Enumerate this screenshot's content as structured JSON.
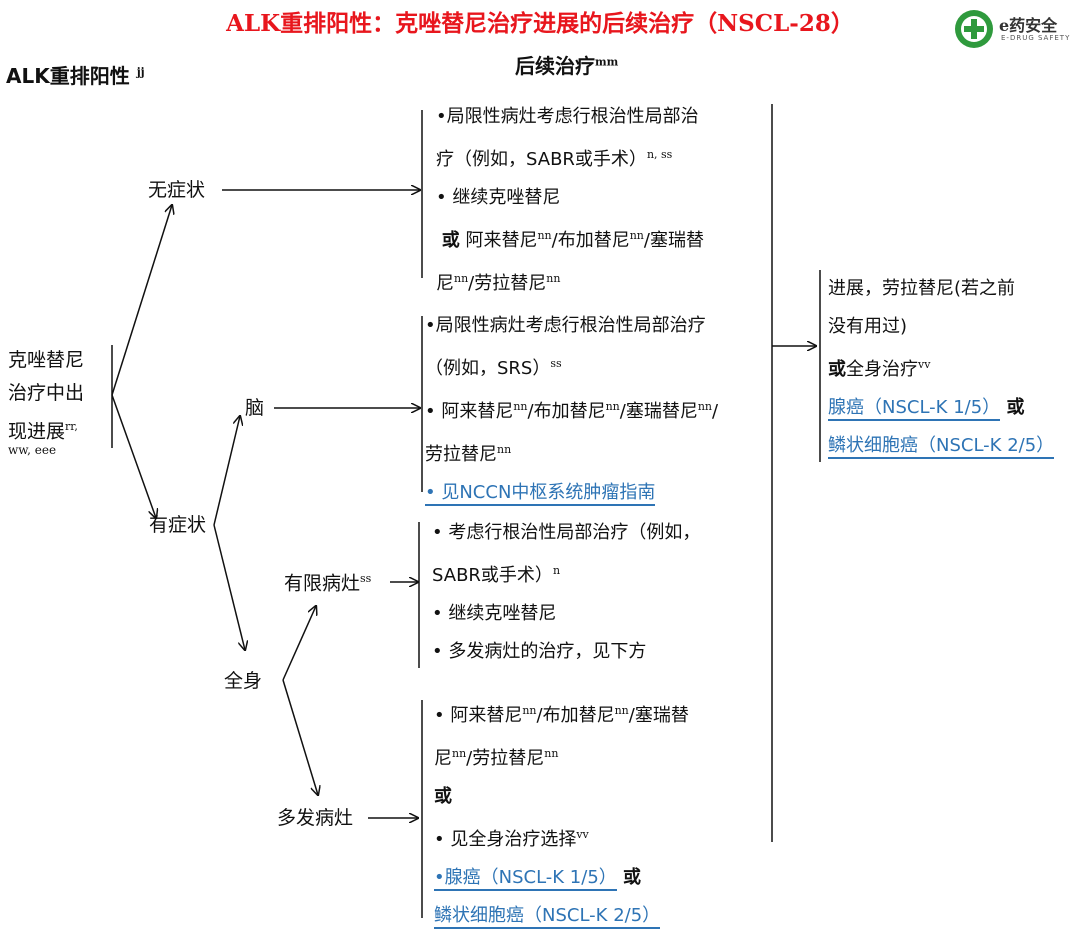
{
  "title": "ALK重排阳性：克唑替尼治疗进展的后续治疗（NSCL-28）",
  "logo": {
    "text": "e药安全",
    "sub": "E-DRUG SAFETY"
  },
  "header_left": {
    "text": "ALK重排阳性",
    "sup": "jj"
  },
  "header_mid": {
    "text": "后续治疗",
    "sup": "mm"
  },
  "root": {
    "lines": [
      "克唑替尼",
      "治疗中出",
      "现进展"
    ],
    "sup1": "rr,",
    "sup2": "ww, eee"
  },
  "nodes": {
    "asymptomatic": "无症状",
    "symptomatic": "有症状",
    "brain": "脑",
    "systemic": "全身",
    "limited": {
      "text": "有限病灶",
      "sup": "ss"
    },
    "multiple": "多发病灶"
  },
  "box1": {
    "line1": "•局限性病灶考虑行根治性局部治",
    "line2": "疗（例如，SABR或手术）",
    "line2_sup": "n, ss",
    "line3": "• 继续克唑替尼",
    "line4_or": "或",
    "line4": " 阿来替尼",
    "line4b": "/布加替尼",
    "line4c": "/塞瑞替",
    "line5": "尼",
    "line5b": "/劳拉替尼",
    "sup_nn": "nn"
  },
  "box2": {
    "line1": "•局限性病灶考虑行根治性局部治疗",
    "line2": "（例如，SRS）",
    "line2_sup": "ss",
    "line3": "• 阿来替尼",
    "line3b": "/布加替尼",
    "line3c": "/塞瑞替尼",
    "line3d": "/",
    "line4": "劳拉替尼",
    "line5_link": "• 见NCCN中枢系统肿瘤指南"
  },
  "box3": {
    "line1": "•  考虑行根治性局部治疗（例如，",
    "line2": "SABR或手术）",
    "line2_sup": "n",
    "line3": "• 继续克唑替尼",
    "line4": "• 多发病灶的治疗，见下方"
  },
  "box4": {
    "line1": "• 阿来替尼",
    "line1b": "/布加替尼",
    "line1c": "/塞瑞替",
    "line2": "尼",
    "line2b": "/劳拉替尼",
    "line3_or": "或",
    "line4": "• 见全身治疗选择",
    "line4_sup": "vv",
    "line5_link": "•腺癌（NSCL-K  1/5）",
    "line5_or": " 或",
    "line6_link": "鳞状细胞癌（NSCL-K  2/5）"
  },
  "box5": {
    "line1": "进展，劳拉替尼(若之前",
    "line2": "没有用过)",
    "line3_or": "或",
    "line3": "全身治疗",
    "line3_sup": "vv",
    "line4_link": "腺癌（NSCL-K  1/5）",
    "line4_or": " 或",
    "line5_link": "鳞状细胞癌（NSCL-K  2/5）"
  },
  "colors": {
    "title": "#e8161d",
    "link": "#2e74b5",
    "logo": "#2f9a3d"
  }
}
